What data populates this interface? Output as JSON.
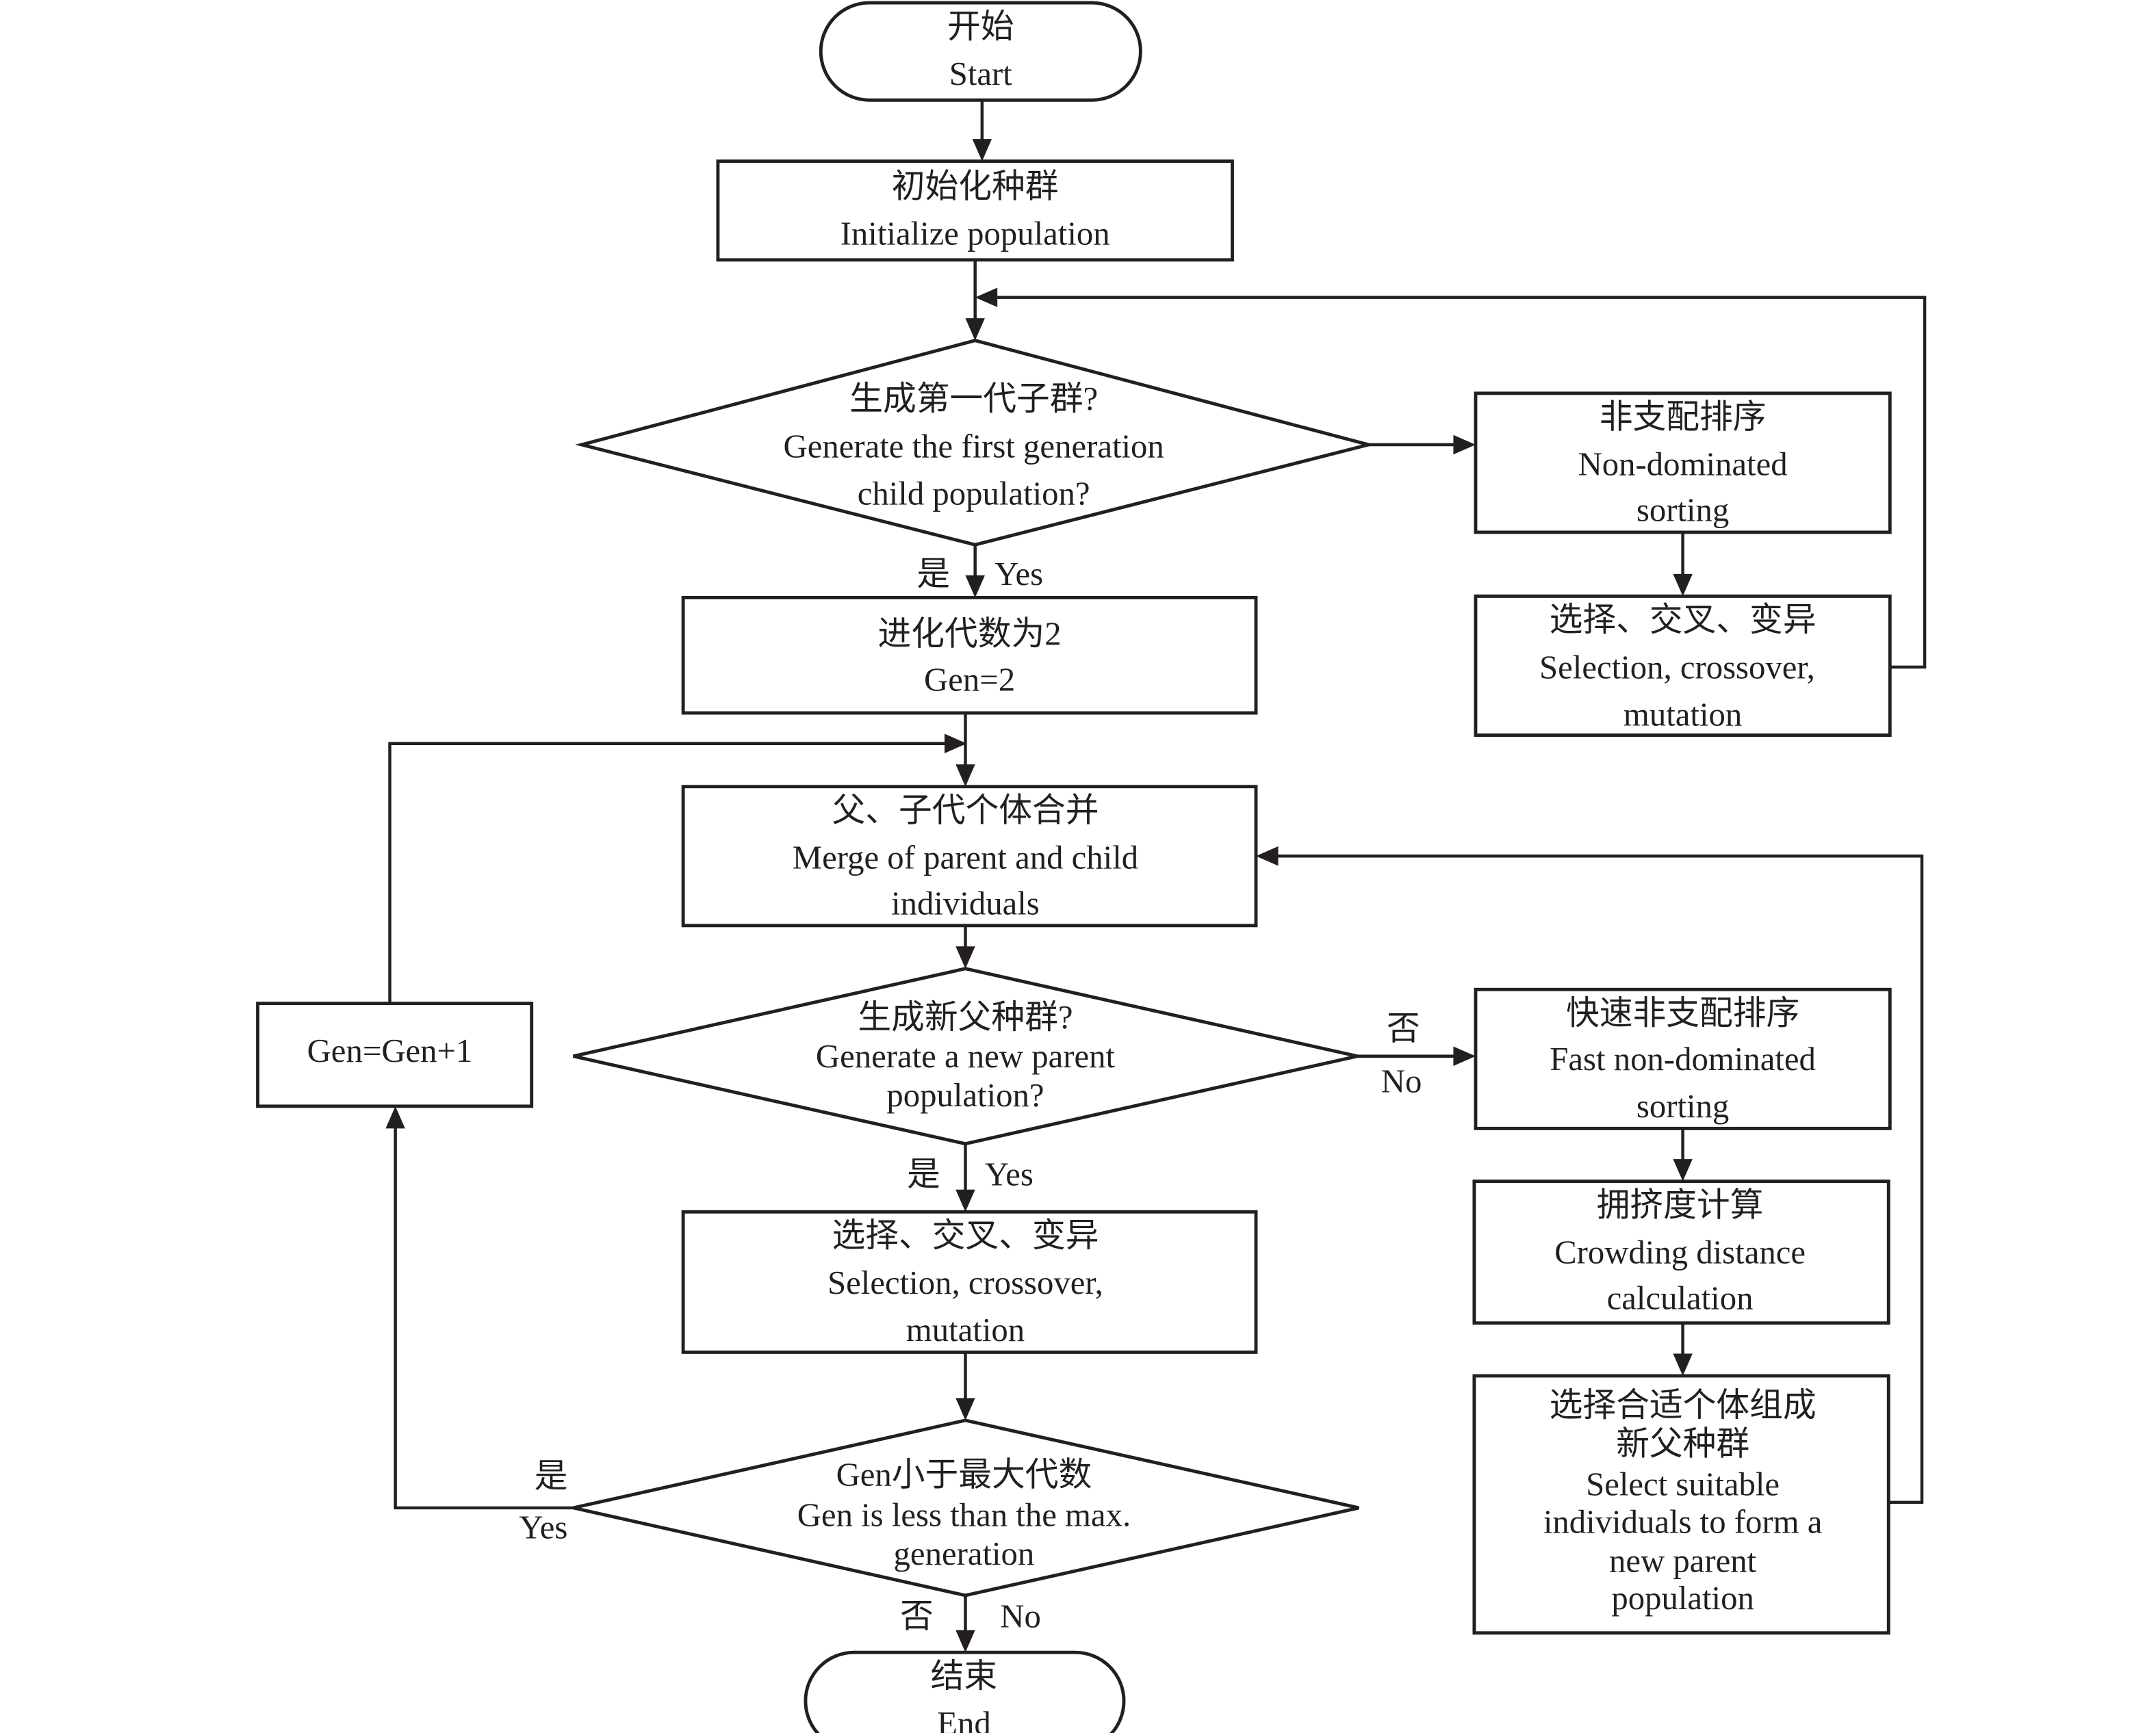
{
  "diagram": {
    "title": "NSGA-II flowchart",
    "colors": {
      "stroke": "#231f20",
      "fill": "#ffffff",
      "text": "#231f20"
    },
    "nodes": {
      "start": {
        "type": "terminal",
        "lines": [
          "开始",
          "Start"
        ]
      },
      "init": {
        "type": "process",
        "lines": [
          "初始化种群",
          "Initialize population"
        ]
      },
      "first_child": {
        "type": "decision",
        "lines": [
          "生成第一代子群?",
          "Generate the first generation",
          "child population?"
        ]
      },
      "nd_sort": {
        "type": "process",
        "lines": [
          "非支配排序",
          "Non-dominated",
          "sorting"
        ]
      },
      "sel_cross_mut_1": {
        "type": "process",
        "lines": [
          "选择、交叉、变异",
          "Selection, crossover,",
          "mutation"
        ]
      },
      "gen2": {
        "type": "process",
        "lines": [
          "进化代数为2",
          "Gen=2"
        ]
      },
      "merge": {
        "type": "process",
        "lines": [
          "父、子代个体合并",
          "Merge of parent and child",
          "individuals"
        ]
      },
      "new_parent": {
        "type": "decision",
        "lines": [
          "生成新父种群?",
          "Generate a new parent",
          "population?"
        ]
      },
      "fast_nd_sort": {
        "type": "process",
        "lines": [
          "快速非支配排序",
          "Fast non-dominated",
          "sorting"
        ]
      },
      "crowding": {
        "type": "process",
        "lines": [
          "拥挤度计算",
          "Crowding distance",
          "calculation"
        ]
      },
      "select_suitable": {
        "type": "process",
        "lines": [
          "选择合适个体组成",
          "新父种群",
          "Select suitable",
          "individuals to form a",
          "new parent",
          "population"
        ]
      },
      "sel_cross_mut_2": {
        "type": "process",
        "lines": [
          "选择、交叉、变异",
          "Selection, crossover,",
          "mutation"
        ]
      },
      "gen_inc": {
        "type": "process",
        "lines": [
          "Gen=Gen+1"
        ]
      },
      "gen_check": {
        "type": "decision",
        "lines": [
          "Gen小于最大代数",
          "Gen is less than the max.",
          "generation"
        ]
      },
      "end": {
        "type": "terminal",
        "lines": [
          "结束",
          "End"
        ]
      }
    },
    "edge_labels": {
      "first_child_yes": {
        "zh": "是",
        "en": "Yes"
      },
      "new_parent_no": {
        "zh": "否",
        "en": "No"
      },
      "new_parent_yes": {
        "zh": "是",
        "en": "Yes"
      },
      "gen_check_yes": {
        "zh": "是",
        "en": "Yes"
      },
      "gen_check_no": {
        "zh": "否",
        "en": "No"
      }
    }
  }
}
